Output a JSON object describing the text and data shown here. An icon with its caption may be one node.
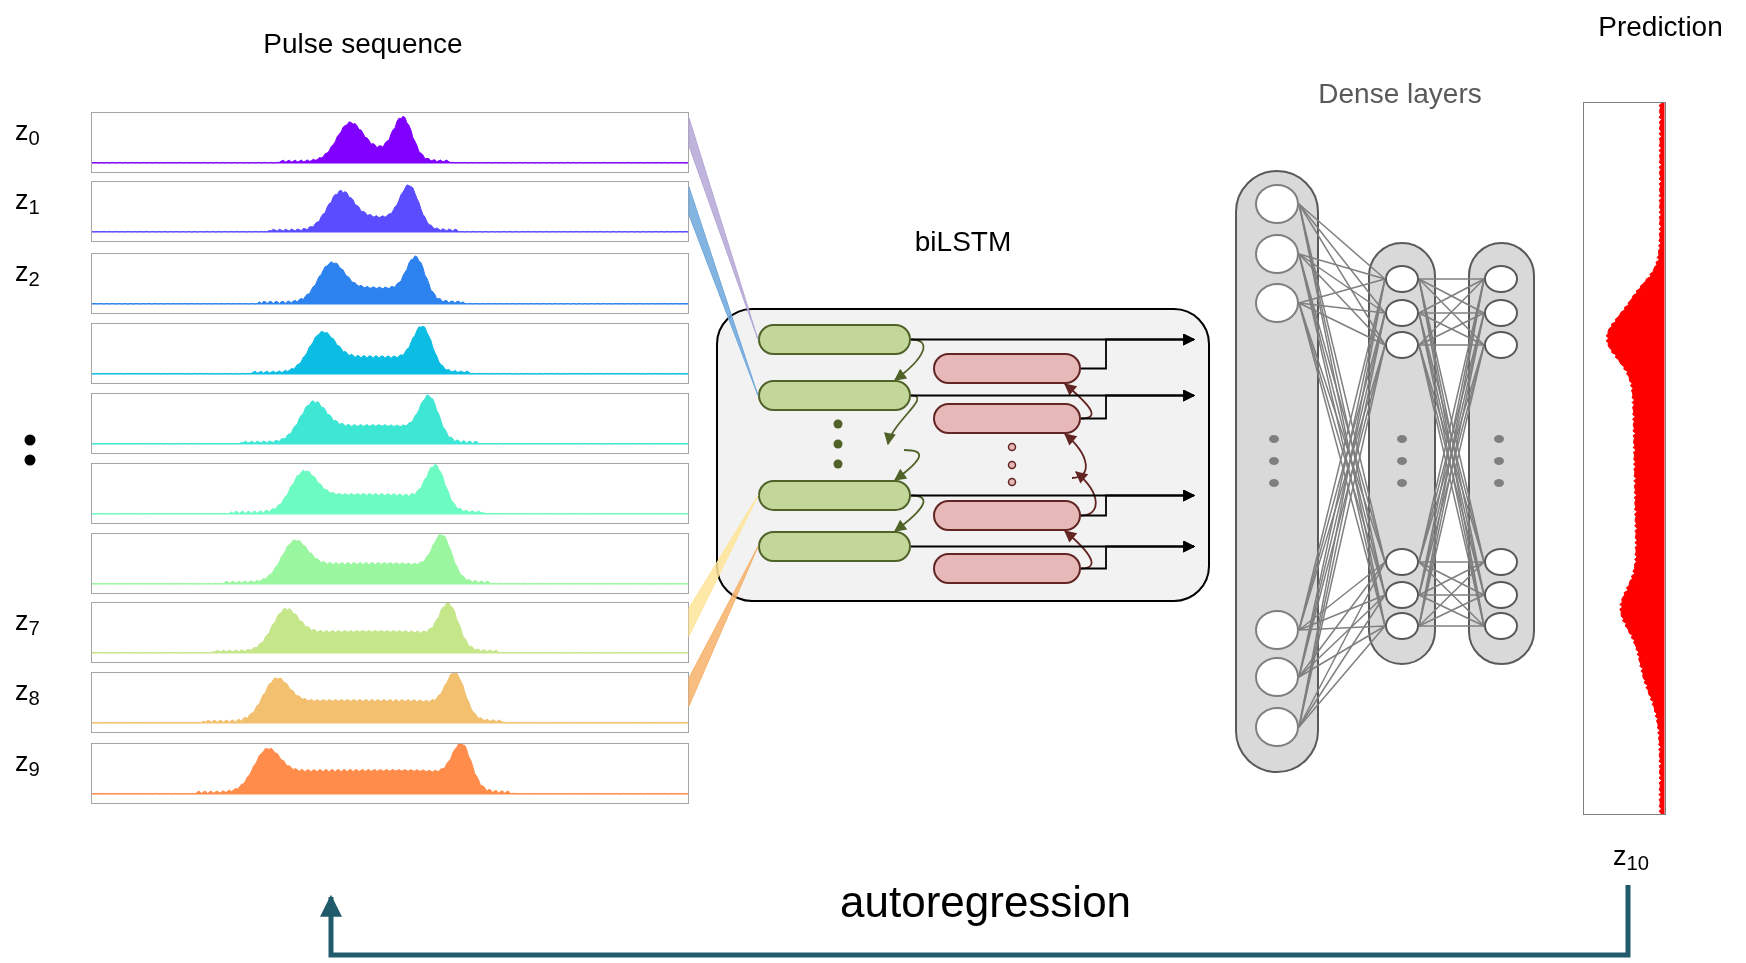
{
  "diagram": {
    "nodes": [
      {
        "text": [],
        "shape": "picture",
        "beside": [
          "z$_{0}$"
        ]
      },
      {
        "text": [],
        "shape": "picture",
        "beside": [
          "z$_{1}$"
        ]
      },
      {
        "text": [],
        "shape": "picture",
        "beside": [
          "z$_{2}$"
        ]
      },
      {
        "text": [],
        "shape": "picture"
      },
      {
        "text": [],
        "shape": "picture"
      },
      {
        "text": [],
        "shape": "picture"
      },
      {
        "text": [],
        "shape": "picture"
      },
      {
        "text": [],
        "shape": "picture",
        "beside": [
          "z$_{7}$"
        ]
      },
      {
        "text": [],
        "shape": "picture",
        "beside": [
          "z$_{8}$"
        ]
      },
      {
        "text": [],
        "shape": "picture",
        "beside": [
          "z$_{9}$"
        ]
      },
      {
        "text": [
          "biLSTM"
        ]
      },
      {
        "text": [],
        "shape": "box",
        "in": 10
      },
      {
        "text": [],
        "shape": "box",
        "in": 10
      },
      {
        "text": [],
        "shape": "box",
        "in": 10
      },
      {
        "text": [],
        "shape": "box",
        "in": 10
      },
      {
        "text": [],
        "shape": "box",
        "in": 10
      },
      {
        "text": [],
        "shape": "box",
        "in": 10
      },
      {
        "text": [],
        "shape": "box",
        "in": 10
      },
      {
        "text": [],
        "shape": "box",
        "in": 10
      },
      {
        "text": [],
        "shape": "bar"
      },
      {
        "text": [],
        "shape": "bar"
      },
      {
        "text": [],
        "shape": "bar"
      },
      {
        "text": [
          "Prediction"
        ],
        "beside": [
          "z$_{10}$"
        ]
      }
    ],
    "edges": [
      {
        "from": 0,
        "to": 11,
        "arrow": "none",
        "style": "thick",
        "color": "#b4a7d6"
      },
      {
        "from": 1,
        "to": 12,
        "arrow": "none",
        "style": "thick",
        "color": "#6fa8dc"
      },
      {
        "from": 7,
        "to": 13,
        "arrow": "none",
        "style": "thick",
        "color": "#ffe599"
      },
      {
        "from": 8,
        "to": 14,
        "arrow": "none",
        "style": "thick",
        "color": "#f6b26b"
      },
      {
        "from": 11,
        "to": 12,
        "arrow": "to",
        "color": "#4f6228"
      },
      {
        "from": 12,
        "to": null,
        "arrow": "to",
        "color": "#4f6228"
      },
      {
        "from": null,
        "to": 13,
        "arrow": "to",
        "color": "#4f6228"
      },
      {
        "from": 13,
        "to": 14,
        "arrow": "to",
        "color": "#4f6228"
      },
      {
        "from": 16,
        "to": 15,
        "arrow": "to",
        "color": "#632523"
      },
      {
        "from": null,
        "to": 16,
        "arrow": "to",
        "color": "#632523"
      },
      {
        "from": 17,
        "to": null,
        "arrow": "to",
        "color": "#632523"
      },
      {
        "from": 18,
        "to": 17,
        "arrow": "to",
        "color": "#632523"
      },
      {
        "from": 11,
        "to": null,
        "arrow": "to"
      },
      {
        "from": 15,
        "to": null,
        "arrow": "to"
      },
      {
        "from": 12,
        "to": null,
        "arrow": "to"
      },
      {
        "from": 16,
        "to": null,
        "arrow": "to"
      },
      {
        "from": 13,
        "to": null,
        "arrow": "to"
      },
      {
        "from": 17,
        "to": null,
        "arrow": "to"
      },
      {
        "from": 14,
        "to": null,
        "arrow": "to"
      },
      {
        "from": 18,
        "to": null,
        "arrow": "to"
      },
      {
        "from": 22,
        "to": null,
        "arrow": "to",
        "label": "autoregression",
        "style": "thick",
        "color": "#1f5b6b"
      }
    ],
    "labels": [
      "Pulse sequence",
      "Dense layers"
    ]
  }
}
